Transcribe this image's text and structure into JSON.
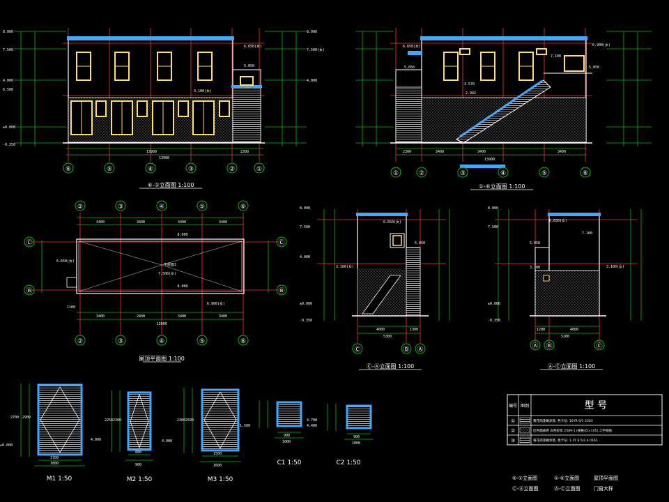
{
  "colors": {
    "background": "#000000",
    "outline": "#ffffff",
    "dimension": "#00c000",
    "axis": "#ff3030",
    "window": "#ffe060",
    "parapet": "#3fa9ff",
    "hatch": "#c8c8c8",
    "highlight": "#3fa9ff",
    "text": "#ffffff"
  },
  "views": {
    "front": {
      "title": "⑥-①立面图 1:100",
      "levels": [
        "8.000",
        "7.500",
        "4.000",
        "6.500",
        "±0.000",
        "-0.350"
      ],
      "level_marks": [
        "6.650(女)",
        "5.050",
        "3.100(女)",
        "8.000",
        "7.500(女)",
        "4.000"
      ],
      "dims": [
        "13900",
        "2300",
        "13900"
      ],
      "axes": [
        "⑥",
        "⑤",
        "④",
        "③",
        "②",
        "①"
      ]
    },
    "rear": {
      "title": "①-⑥立面图 1:100",
      "level_marks": [
        "6.650(女)",
        "5.050",
        "3.570",
        "2.942",
        "7.100",
        "5.050",
        "6.900(女)"
      ],
      "dims": [
        "2300",
        "3400",
        "3400",
        "13900",
        "3400"
      ],
      "axes": [
        "①",
        "②",
        "③",
        "④",
        "⑤",
        "⑥"
      ]
    },
    "roof": {
      "title": "屋顶平面图 1:100",
      "dims_top": [
        "3400",
        "3400",
        "3400",
        "3400"
      ],
      "dims_bottom": [
        "3400",
        "2400",
        "3400",
        "3400",
        "13900"
      ],
      "labels": [
        "6.650(女)",
        "7.500(女)",
        "8.000",
        "8.000",
        "平屋面1",
        "6.900(女)",
        "1100"
      ],
      "axes_top": [
        "②",
        "③",
        "④",
        "⑤",
        "⑥"
      ],
      "axes_bottom": [
        "②",
        "③",
        "④",
        "⑤",
        "⑥"
      ],
      "axes_side": [
        "Ⓒ",
        "Ⓑ"
      ]
    },
    "section_c_a": {
      "title": "Ⓒ-Ⓐ立面图 1:100",
      "level_marks": [
        "8.000",
        "7.500",
        "6.650(女)",
        "5.050",
        "4.000",
        "3.100(女)",
        "±0.000",
        "-0.350"
      ],
      "dims": [
        "4000",
        "1300",
        "5300"
      ],
      "axes": [
        "Ⓒ",
        "Ⓑ",
        "Ⓐ"
      ]
    },
    "section_a_c": {
      "title": "Ⓐ-Ⓒ立面图 1:100",
      "level_marks": [
        "8.000",
        "7.500",
        "6.650(女)",
        "7.100",
        "5.050",
        "3.700",
        "3.100(女)",
        "±0.000",
        "-0.350"
      ],
      "dims": [
        "1200",
        "4000",
        "5200"
      ],
      "axes": [
        "Ⓐ",
        "Ⓑ",
        "Ⓒ"
      ]
    }
  },
  "details": [
    {
      "id": "M1",
      "title": "M1  1:50",
      "dims": [
        "1700",
        "1800",
        "2700",
        "2900",
        "±0.000"
      ]
    },
    {
      "id": "M2",
      "title": "M2  1:50",
      "dims": [
        "2250",
        "2300",
        "800",
        "900",
        "4.000"
      ]
    },
    {
      "id": "M3",
      "title": "M3  1:50",
      "dims": [
        "2300",
        "2500",
        "1500",
        "1600",
        "4.000"
      ]
    },
    {
      "id": "C1",
      "title": "C1  1:50",
      "dims": [
        "900",
        "1000",
        "1.500"
      ]
    },
    {
      "id": "C2",
      "title": "C2  1:50",
      "dims": [
        "900",
        "1000",
        "4.700",
        "4.400"
      ]
    }
  ],
  "legend": {
    "header_no": "编号",
    "header_pic": "图例",
    "header_model": "型    号",
    "rows": [
      {
        "no": "①",
        "text": "黄花岗漆做涂装, 色卡号: 10YR 9/1   2303"
      },
      {
        "no": "②",
        "text": "红色面皮砖 白色砂浆 2509-1 (规格45×145) 工字缝贴"
      },
      {
        "no": "③",
        "text": "黄花岗漆做涂装, 色卡号: 1.3Y 6.5/2.4   0161"
      }
    ]
  },
  "sheet_contents": {
    "line1": [
      "⑥-①立面图",
      "①-⑥立面图",
      "屋顶平面图"
    ],
    "line2": [
      "Ⓒ-Ⓐ立面图",
      "Ⓐ-Ⓒ立面图",
      "门窗大样"
    ]
  }
}
